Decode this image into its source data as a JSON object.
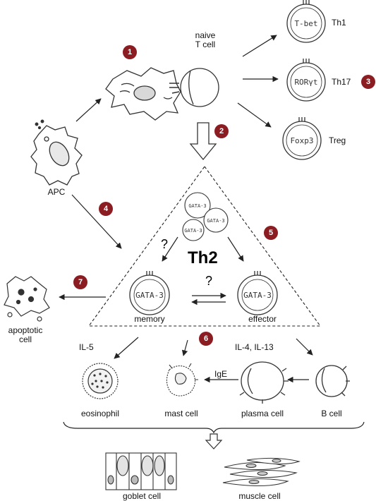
{
  "cells": {
    "naive": "naive\nT cell",
    "th1": "Th1",
    "th17": "Th17",
    "treg": "Treg",
    "apc": "APC",
    "th2": "Th2",
    "memory": "memory",
    "effector": "effector",
    "apoptotic": "apoptotic\ncell",
    "eosinophil": "eosinophil",
    "mast": "mast cell",
    "plasma": "plasma cell",
    "bcell": "B cell",
    "goblet": "goblet cell",
    "muscle": "muscle cell"
  },
  "transcription_factors": {
    "th1": "T-bet",
    "th17": "RORγt",
    "treg": "Foxp3",
    "memory": "GATA-3",
    "effector": "GATA-3",
    "cluster": "GATA-3"
  },
  "cytokines": {
    "il5": "IL-5",
    "il4_il13": "IL-4, IL-13",
    "ige": "IgE"
  },
  "question_marks": {
    "left": "?",
    "middle": "?"
  },
  "badges": [
    "1",
    "2",
    "3",
    "4",
    "5",
    "6",
    "7"
  ],
  "colors": {
    "badge": "#8b1c22",
    "line": "#222222"
  }
}
